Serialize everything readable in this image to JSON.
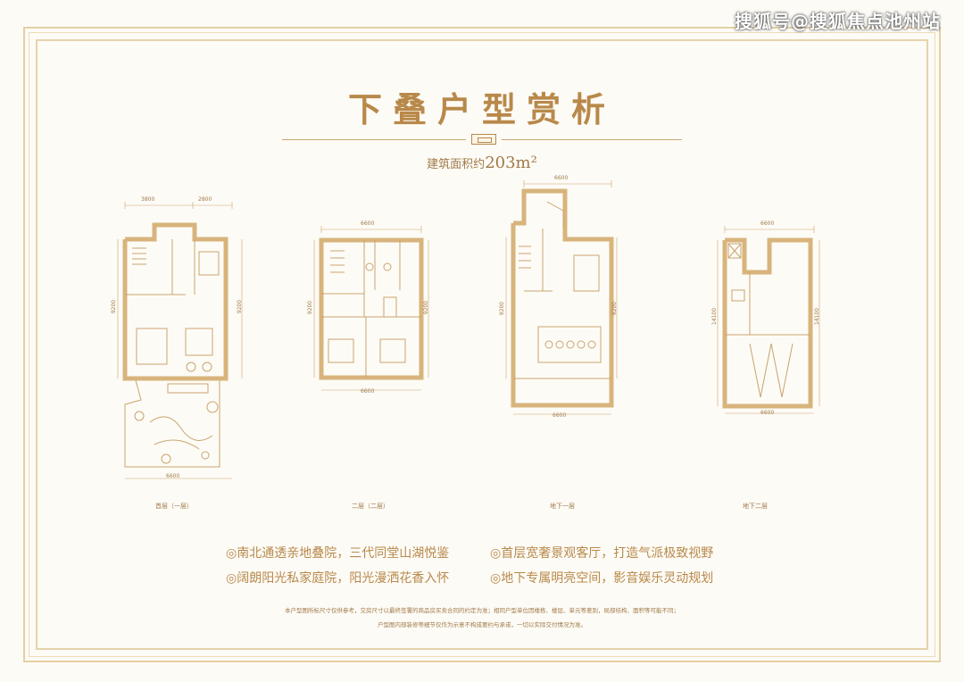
{
  "watermark": "搜狐号@搜狐焦点池州站",
  "title": "下叠户型赏析",
  "area": {
    "label": "建筑面积约",
    "value": "203m²"
  },
  "plans": [
    {
      "caption": "首层（一层）",
      "dims": {
        "top_left": "3800",
        "top_right": "2800",
        "left": "9200",
        "right": "9200",
        "bottom": "6600"
      }
    },
    {
      "caption": "二层（二层）",
      "dims": {
        "top": "6600",
        "left": "9200",
        "right": "9200",
        "bottom": "6600"
      }
    },
    {
      "caption": "地下一层",
      "dims": {
        "top": "6600",
        "left": "9200",
        "right": "9200",
        "bottom": "6600"
      }
    },
    {
      "caption": "地下二层",
      "dims": {
        "top": "6600",
        "left": "14100",
        "right": "14100",
        "bottom": "6600"
      }
    }
  ],
  "features": [
    "◎南北通透亲地叠院，三代同堂山湖悦鉴",
    "◎首层宽奢景观客厅，打造气派极致视野",
    "◎阔朗阳光私家庭院，阳光漫洒花香入怀",
    "◎地下专属明亮空间，影音娱乐灵动规划"
  ],
  "notes": [
    "本户型图所标尺寸仅供参考，交房尺寸以最终签署的商品房买卖合同的约定为准；相同户型单位因楼栋、楼层、单元等差别，局部结构、面积等可能不同；",
    "户型图内部装修等细节仅作为示意不构成要约与承诺，一切以实际交付情况为准。"
  ],
  "colors": {
    "accent": "#b8894a",
    "frame": "#e4cfa4",
    "background": "#fdfbf6"
  }
}
